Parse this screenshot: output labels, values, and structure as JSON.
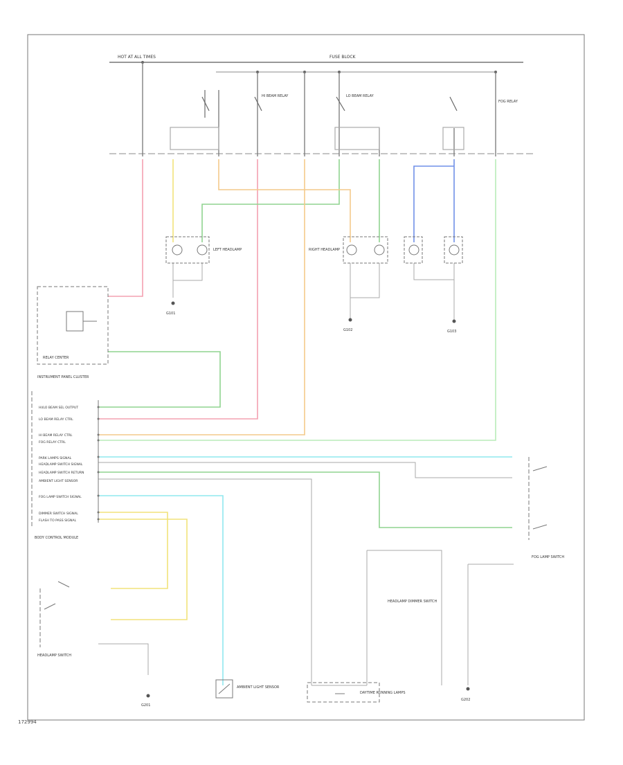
{
  "figure_id": "172994",
  "fuse_block_header": "HOT AT ALL TIMES",
  "fuse_block_label": "FUSE BLOCK",
  "components": {
    "relay_center": "RELAY CENTER",
    "left_headlamp": "LEFT HEADLAMP",
    "right_headlamp": "RIGHT HEADLAMP",
    "instrument_cluster": "INSTRUMENT PANEL CLUSTER",
    "body_control_module": "BODY CONTROL MODULE",
    "fog_lamp_switch": "FOG LAMP SWITCH",
    "headlamp_switch": "HEADLAMP SWITCH",
    "ambient_light_sensor": "AMBIENT LIGHT SENSOR",
    "daytime_running_lamps": "DAYTIME RUNNING LAMPS",
    "headlamp_dimmer": "HEADLAMP DIMMER SWITCH"
  },
  "relays": [
    "HI BEAM RELAY",
    "LO BEAM RELAY",
    "FOG RELAY"
  ],
  "bcm_pins": [
    "HI/LO BEAM SEL OUTPUT",
    "LO BEAM RELAY CTRL",
    "HI BEAM RELAY CTRL",
    "FOG RELAY CTRL",
    "PARK LAMPS SIGNAL",
    "HEADLAMP SWITCH SIGNAL",
    "HEADLAMP SWITCH RETURN",
    "AMBIENT LIGHT SENSOR",
    "FOG LAMP SWITCH SIGNAL",
    "DIMMER SWITCH SIGNAL",
    "FLASH TO PASS SIGNAL"
  ],
  "grounds": [
    "G101",
    "G102",
    "G103",
    "G201",
    "G202"
  ],
  "colors": {
    "pink": "#f4a0b0",
    "yellow": "#f2e27a",
    "green": "#8fd48f",
    "orange": "#f4c98a",
    "blue": "#6f8fe8",
    "cyan": "#8fe8ee",
    "ltgreen": "#b8ecb8",
    "frame": "#777777"
  }
}
